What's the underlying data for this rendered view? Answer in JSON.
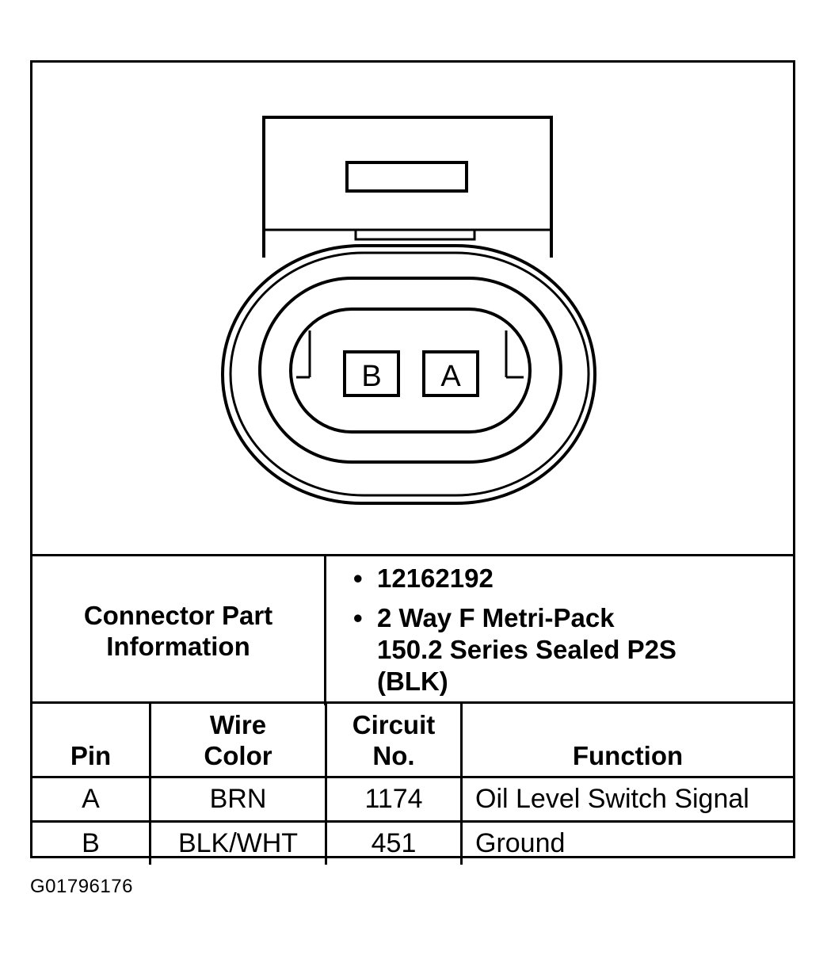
{
  "connector": {
    "pin_labels": [
      "B",
      "A"
    ]
  },
  "connector_info": {
    "label": "Connector Part Information",
    "items": [
      "12162192",
      "2 Way F Metri-Pack 150.2 Series Sealed P2S (BLK)"
    ]
  },
  "pin_table": {
    "headers": [
      "Pin",
      "Wire Color",
      "Circuit No.",
      "Function"
    ],
    "rows": [
      {
        "pin": "A",
        "wire_color": "BRN",
        "circuit": "1174",
        "function": "Oil Level Switch Signal"
      },
      {
        "pin": "B",
        "wire_color": "BLK/WHT",
        "circuit": "451",
        "function": "Ground"
      }
    ]
  },
  "figure_id": "G01796176"
}
